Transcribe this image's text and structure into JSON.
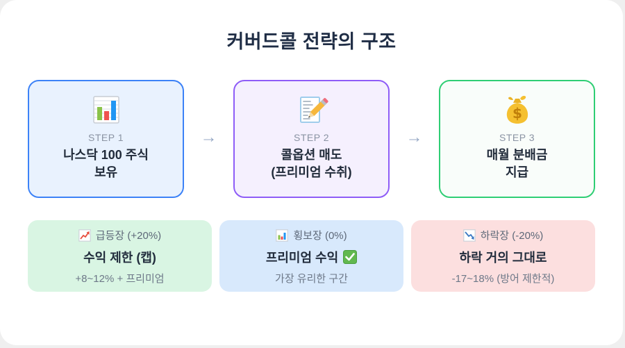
{
  "title": "커버드콜 전략의 구조",
  "flow": {
    "arrow_glyph": "→",
    "steps": [
      {
        "label": "STEP 1",
        "line1": "나스닥 100 주식",
        "line2": "보유",
        "icon": "bar-chart-icon",
        "border_color": "#3c82f7",
        "bg_color": "#e9f2fe"
      },
      {
        "label": "STEP 2",
        "line1": "콜옵션 매도",
        "line2": "(프리미엄 수취)",
        "icon": "memo-pencil-icon",
        "border_color": "#8e5cf7",
        "bg_color": "#f5f0fe"
      },
      {
        "label": "STEP 3",
        "line1": "매월 분배금",
        "line2": "지급",
        "icon": "money-bag-icon",
        "border_color": "#2fce74",
        "bg_color": "#f9fdfa"
      }
    ]
  },
  "scenarios": [
    {
      "condition": "급등장 (+20%)",
      "icon": "line-chart-up-icon",
      "result": "수익 제한 (캡)",
      "detail": "+8~12% + 프리미엄",
      "bg_color": "#d9f5e3"
    },
    {
      "condition": "횡보장 (0%)",
      "icon": "bar-chart-small-icon",
      "result": "프리미엄 수익",
      "result_badge": "check-mark-icon",
      "detail": "가장 유리한 구간",
      "bg_color": "#d8e9fc"
    },
    {
      "condition": "하락장 (-20%)",
      "icon": "line-chart-down-icon",
      "result": "하락 거의 그대로",
      "detail": "-17~18% (방어 제한적)",
      "bg_color": "#fcdfdf"
    }
  ]
}
